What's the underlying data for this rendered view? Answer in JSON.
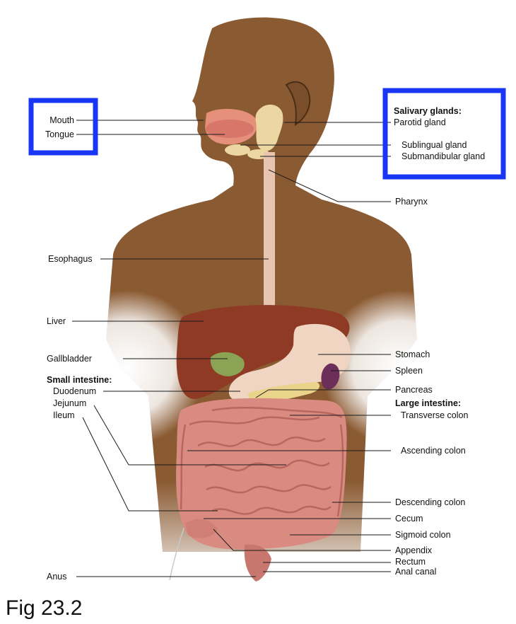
{
  "caption": "Fig 23.2",
  "highlight_color": "#1a36f5",
  "labels": {
    "mouth": "Mouth",
    "tongue": "Tongue",
    "salivary_heading": "Salivary glands:",
    "parotid": "Parotid gland",
    "sublingual": "Sublingual gland",
    "submandibular": "Submandibular gland",
    "pharynx": "Pharynx",
    "esophagus": "Esophagus",
    "liver": "Liver",
    "gallbladder": "Gallbladder",
    "small_intestine_heading": "Small intestine:",
    "duodenum": "Duodenum",
    "jejunum": "Jejunum",
    "ileum": "Ileum",
    "anus": "Anus",
    "stomach": "Stomach",
    "spleen": "Spleen",
    "pancreas": "Pancreas",
    "large_intestine_heading": "Large intestine:",
    "transverse_colon": "Transverse colon",
    "ascending_colon": "Ascending colon",
    "descending_colon": "Descending colon",
    "cecum": "Cecum",
    "sigmoid_colon": "Sigmoid colon",
    "appendix": "Appendix",
    "rectum": "Rectum",
    "anal_canal": "Anal canal"
  }
}
